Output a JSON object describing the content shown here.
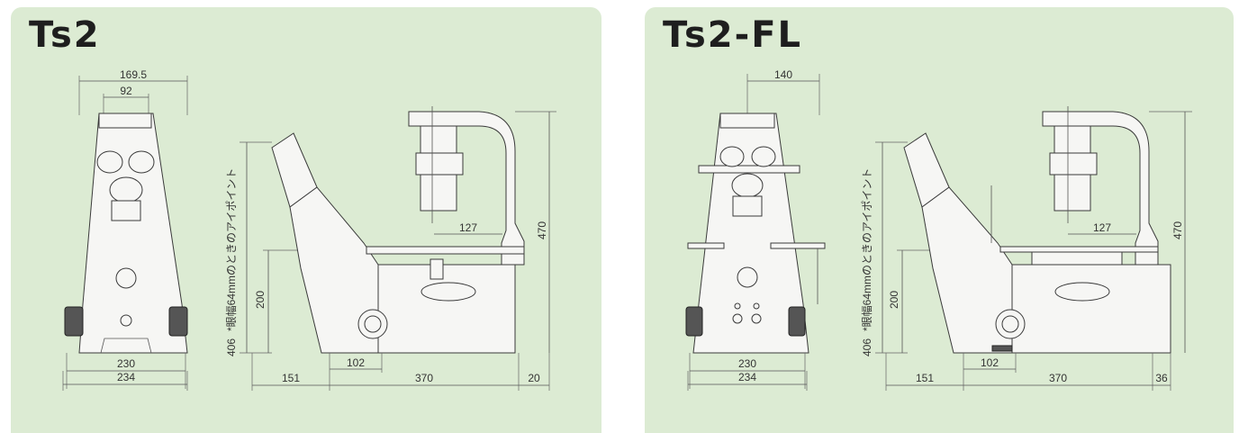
{
  "panels": [
    {
      "title": "Ts2",
      "front": {
        "width_top": "169.5",
        "width_eyepiece": "92",
        "width_base": "230",
        "width_total": "234"
      },
      "side": {
        "height_total": "406",
        "height_note": "*眼幅64mmのときのアイポイント",
        "height_stage": "200",
        "height_arm": "470",
        "cond_offset": "127",
        "depth_front": "151",
        "depth_focus": "102",
        "depth_body": "370",
        "depth_rear": "20"
      }
    },
    {
      "title": "Ts2-FL",
      "front": {
        "width_top": "140",
        "width_base": "230",
        "width_total": "234"
      },
      "side": {
        "height_total": "406",
        "height_note": "*眼幅64mmのときのアイポイント",
        "height_stage": "200",
        "height_arm": "470",
        "cond_offset": "127",
        "depth_front": "151",
        "depth_focus": "102",
        "depth_body": "370",
        "depth_rear": "36"
      }
    }
  ]
}
